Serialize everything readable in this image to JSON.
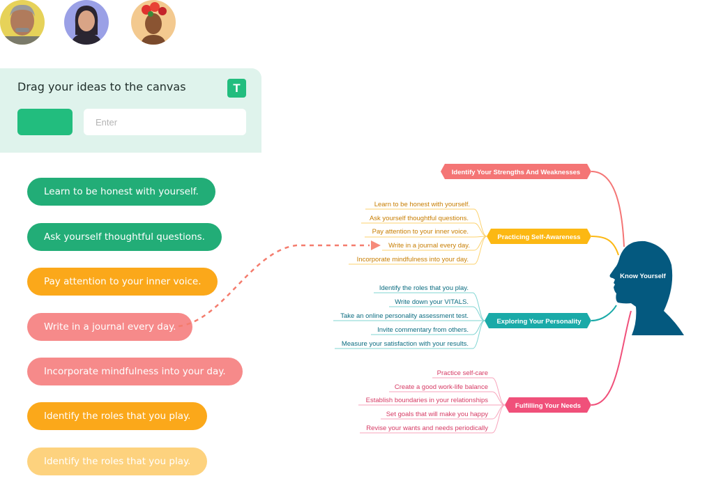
{
  "avatars": [
    {
      "name": "avatar-older-man"
    },
    {
      "name": "avatar-woman"
    },
    {
      "name": "avatar-woman-flowers"
    }
  ],
  "panel": {
    "title": "Drag your ideas to the canvas",
    "t_label": "T",
    "input_placeholder": "Enter",
    "input_value": ""
  },
  "ideas": [
    {
      "label": "Learn to be honest with yourself.",
      "color": "green"
    },
    {
      "label": "Ask yourself thoughtful questions.",
      "color": "green"
    },
    {
      "label": "Pay attention to your inner voice.",
      "color": "orange"
    },
    {
      "label": "Write in a journal every day.",
      "color": "pink"
    },
    {
      "label": "Incorporate mindfulness into your day.",
      "color": "pink"
    },
    {
      "label": "Identify the roles that you play.",
      "color": "orange"
    },
    {
      "label": "Identify the roles that you play.",
      "color": "light"
    }
  ],
  "mindmap": {
    "center": "Know Yourself",
    "branches": [
      {
        "title": "Identify Your Strengths And Weaknesses",
        "color": "#f47575",
        "items": []
      },
      {
        "title": "Practicing Self-Awareness",
        "color": "#fcb813",
        "text_color": "#c77d00",
        "items": [
          "Learn to be honest with yourself.",
          "Ask yourself thoughtful questions.",
          "Pay attention to your inner voice.",
          "Write in a journal every day.",
          "Incorporate mindfulness into your day."
        ]
      },
      {
        "title": "Exploring Your Personality",
        "color": "#1aaaa8",
        "text_color": "#0b6c80",
        "items": [
          "Identify the roles that you play.",
          "Write down your VITALS.",
          "Take an online personality assessment test.",
          "Invite commentary from others.",
          "Measure your satisfaction with your results."
        ]
      },
      {
        "title": "Fulfilling Your Needs",
        "color": "#f0507a",
        "text_color": "#d63a64",
        "items": [
          "Practice self-care",
          "Create a good work-life balance",
          "Establish boundaries in your relationships",
          "Set goals that will make you happy",
          "Revise your wants and needs periodically"
        ]
      }
    ]
  }
}
